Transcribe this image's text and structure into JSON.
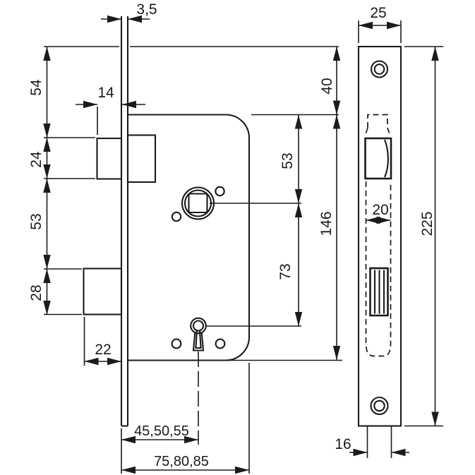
{
  "drawing": {
    "kind": "technical dimension drawing",
    "subject": "mortise sash lock - front view and faceplate side view",
    "unit": "mm",
    "line_color": "#1b1b1b",
    "background_color": "#ffffff"
  },
  "dims": {
    "faceplate_thickness": "3,5",
    "plate_top_to_latch": "54",
    "latch_height": "24",
    "latch_to_bolt": "53",
    "bolt_height": "28",
    "latch_projection": "14",
    "bolt_projection": "22",
    "backset_options": "45,50,55",
    "case_depth_options": "75,80,85",
    "plate_top_to_case": "40",
    "case_top_to_spindle": "53",
    "case_height": "146",
    "spindle_to_keyhole": "73",
    "faceplate_width": "25",
    "follower_pocket_width": "20",
    "case_thickness": "16",
    "faceplate_length": "225"
  }
}
